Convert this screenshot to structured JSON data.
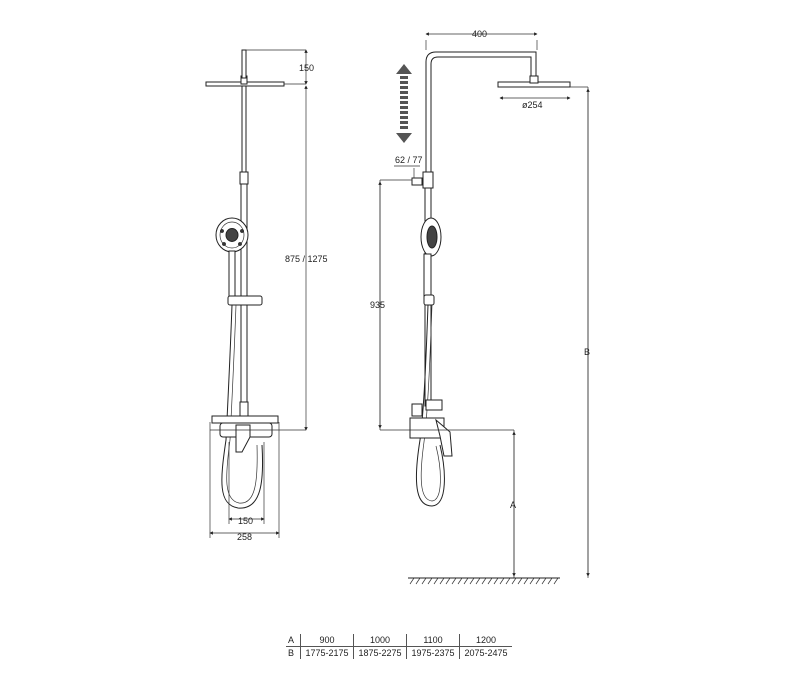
{
  "dimensions": {
    "head_depth": "150",
    "column_height": "875 / 1275",
    "inlet_spacing": "150",
    "mount_width": "258",
    "arm_reach": "400",
    "head_diameter": "ø254",
    "holder_offset": "62 / 77",
    "mixer_height": "935",
    "floor_to_mixer": "A",
    "floor_to_head": "B"
  },
  "table": {
    "row_a": {
      "label": "A",
      "values": [
        "900",
        "1000",
        "1100",
        "1200"
      ]
    },
    "row_b": {
      "label": "B",
      "values": [
        "1775-2175",
        "1875-2275",
        "1975-2375",
        "2075-2475"
      ]
    }
  }
}
